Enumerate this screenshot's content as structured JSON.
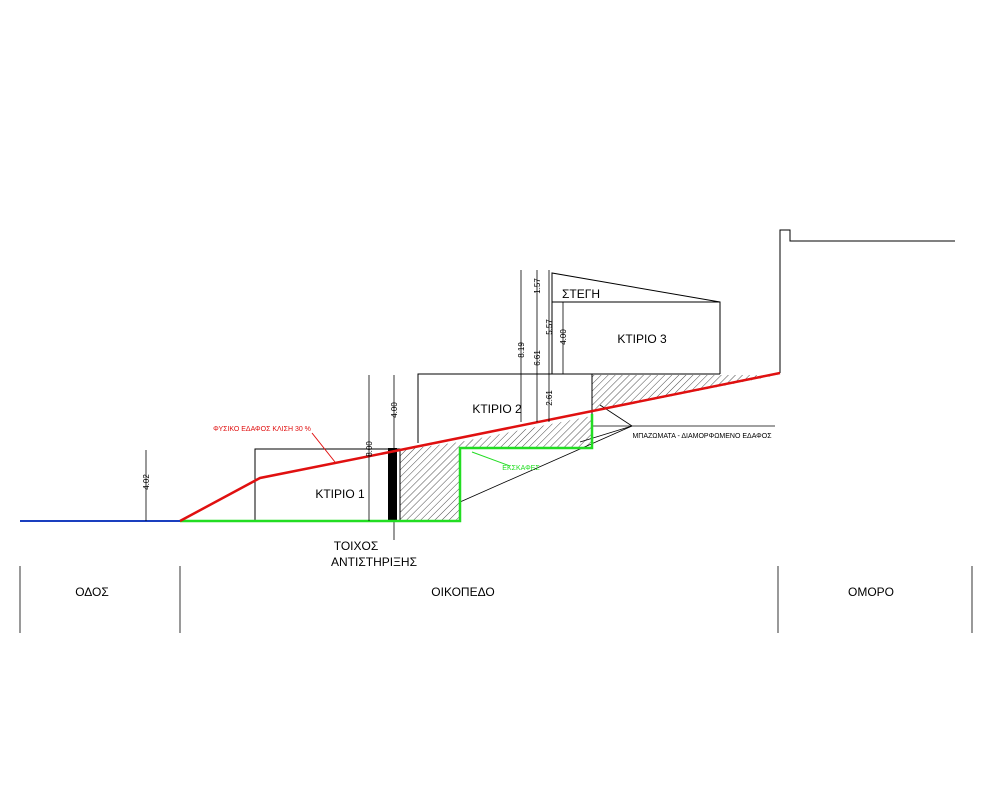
{
  "colors": {
    "natural_ground": "#e01010",
    "excavation": "#22dd22",
    "road": "#1a3fbf",
    "lines": "#000000"
  },
  "buildings": {
    "b1": "ΚΤΙΡΙΟ 1",
    "b2": "ΚΤΙΡΙΟ 2",
    "b3": "ΚΤΙΡΙΟ 3",
    "roof": "ΣΤΕΓΗ"
  },
  "annotations": {
    "natural_ground": "ΦΥΣΙΚΟ ΕΔΑΦΟΣ ΚΛΙΣΗ 30 %",
    "fill": "ΜΠΑΖΩΜΑΤΑ - ΔΙΑΜΟΡΦΩΜΕΝΟ ΕΔΑΦΟΣ",
    "excavation": "ΕΚΣΚΑΦΕΣ",
    "wall_line1": "ΤΟΙΧΟΣ",
    "wall_line2": "ΑΝΤΙΣΤΗΡΙΞΗΣ"
  },
  "dimensions": {
    "d402": "4.02",
    "d800": "8.00",
    "d400a": "4.00",
    "d819": "8.19",
    "d661": "6.61",
    "d557": "5.57",
    "d400b": "4.00",
    "d261": "2.61",
    "d157": "1.57"
  },
  "zones": {
    "road": "ΟΔΟΣ",
    "plot": "ΟΙΚΟΠΕΔΟ",
    "neighbor": "ΟΜΟΡΟ"
  }
}
